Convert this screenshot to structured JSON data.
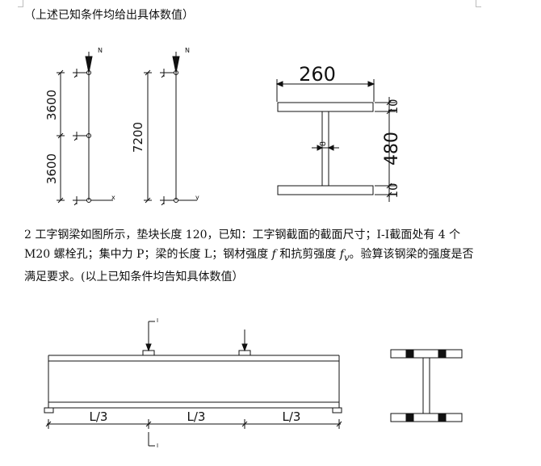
{
  "header_note": "（上述已知条件均给出具体数值）",
  "figure1": {
    "column_a": {
      "load": "N",
      "dim_upper": "3600",
      "dim_lower": "3600",
      "axis": "x"
    },
    "column_b": {
      "load": "N",
      "dim_total": "7200",
      "axis": "y"
    },
    "section": {
      "width": "260",
      "flange_top": "10",
      "web_height": "480",
      "flange_bottom": "10",
      "web_thickness": "8"
    }
  },
  "problem": {
    "line1": "2 工字钢梁如图所示，垫块长度 120，已知：工字钢截面的截面尺寸；Ⅰ-Ⅰ截面处有 4 个",
    "line2_a": "M20 螺栓孔；集中力 P；梁的长度 L；钢材强度 ",
    "line2_f": "f",
    "line2_b": " 和抗剪强度 ",
    "line2_fv": "f",
    "line2_sub": "v",
    "line2_c": "。验算该钢梁的强度是否",
    "line3": "满足要求。(以上已知条件均告知具体数值）"
  },
  "figure2": {
    "beam": {
      "span1": "L/3",
      "span2": "L/3",
      "span3": "L/3",
      "section_top": "I",
      "section_bottom": "I"
    }
  }
}
